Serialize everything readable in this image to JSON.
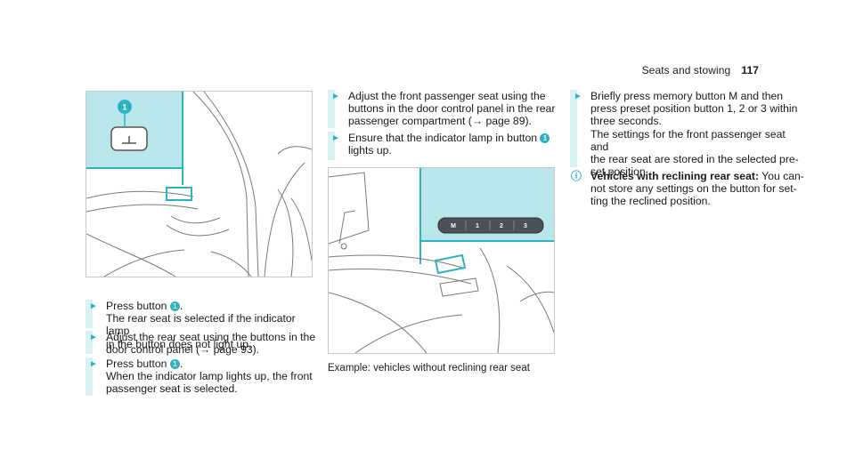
{
  "header": {
    "section": "Seats and stowing",
    "page": "117"
  },
  "col1": {
    "steps": [
      {
        "line1_a": "Press button",
        "line1_b": ".",
        "lines": [
          "The rear seat is selected if the indicator lamp",
          "in the button does not light up."
        ]
      },
      {
        "lines": [
          "Adjust the rear seat using the buttons in the",
          "door control panel (→ page 93)."
        ]
      },
      {
        "line1_a": "Press button",
        "line1_b": ".",
        "lines": [
          "When the indicator lamp lights up, the front",
          "passenger seat is selected."
        ]
      }
    ],
    "callout": "1"
  },
  "col2": {
    "steps": [
      {
        "lines": [
          "Adjust the front passenger seat using the",
          "buttons in the door control panel in the rear",
          "passenger compartment (→ page 89)."
        ]
      },
      {
        "line1_a": "Ensure that the indicator lamp in button",
        "lines": [
          "lights up."
        ]
      }
    ],
    "memory_buttons": [
      "M",
      "1",
      "2",
      "3"
    ],
    "caption": "Example: vehicles without reclining rear seat"
  },
  "col3": {
    "step": {
      "lines": [
        "Briefly press memory button M and then",
        "press preset position button 1, 2 or 3 within",
        "three seconds.",
        "The settings for the front passenger seat and",
        "the rear seat are stored in the selected pre-",
        "set position."
      ]
    },
    "note": {
      "title": "Vehicles with reclining rear seat:",
      "first": "You can-",
      "lines": [
        "not store any settings on the button for set-",
        "ting the reclined position."
      ]
    },
    "icon": "info-icon"
  },
  "colors": {
    "accent": "#2cb3c0",
    "highlight": "#b8e6ea",
    "bar": "#d8f1f3"
  }
}
